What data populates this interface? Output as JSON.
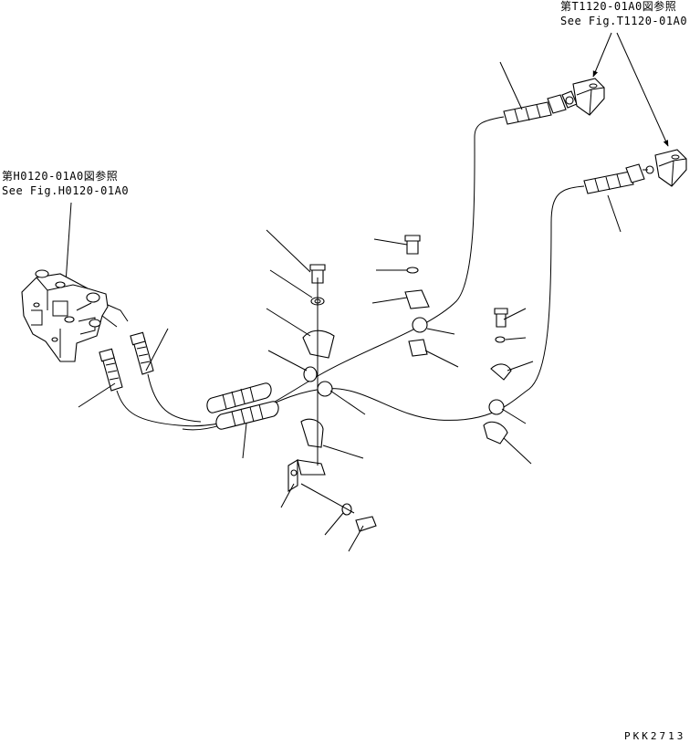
{
  "references": {
    "top_right": {
      "jp": "第T1120-01A0図参照",
      "en": "See Fig.T1120-01A0"
    },
    "left": {
      "jp": "第H0120-01A0図参照",
      "en": "See Fig.H0120-01A0"
    }
  },
  "drawing_code": "PKK2713"
}
